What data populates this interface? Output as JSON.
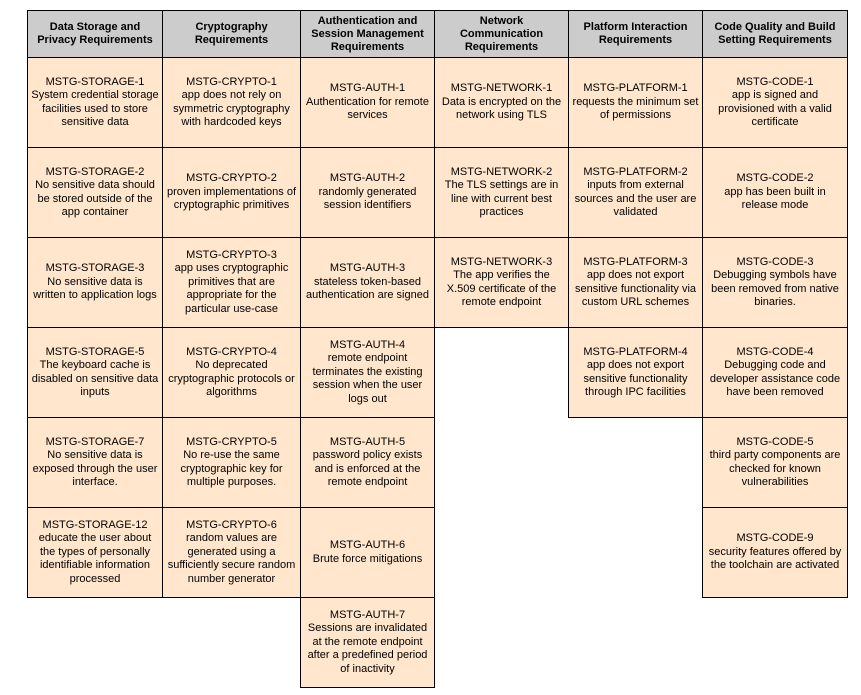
{
  "colors": {
    "page_bg": "#ffffff",
    "header_bg": "#cccccc",
    "cell_bg": "#ffe6cc",
    "border": "#000000"
  },
  "table": {
    "columns": [
      {
        "id": "storage",
        "header": "Data Storage and Privacy Requirements",
        "cells": [
          {
            "code": "MSTG-STORAGE-1",
            "text": "System credential storage facilities used to store sensitive data"
          },
          {
            "code": "MSTG-STORAGE-2",
            "text": "No sensitive data should be stored outside of the app container"
          },
          {
            "code": "MSTG-STORAGE-3",
            "text": "No sensitive data is written to application logs"
          },
          {
            "code": "MSTG-STORAGE-5",
            "text": "The keyboard cache is disabled on sensitive data inputs"
          },
          {
            "code": "MSTG-STORAGE-7",
            "text": "No sensitive data is exposed through the user interface."
          },
          {
            "code": "MSTG-STORAGE-12",
            "text": "educate the user about the types of personally identifiable information processed"
          }
        ]
      },
      {
        "id": "crypto",
        "header": "Cryptography Requirements",
        "cells": [
          {
            "code": "MSTG-CRYPTO-1",
            "text": "app does not rely on symmetric cryptography with hardcoded keys"
          },
          {
            "code": "MSTG-CRYPTO-2",
            "text": "proven implementations of cryptographic primitives"
          },
          {
            "code": "MSTG-CRYPTO-3",
            "text": "app uses cryptographic primitives that are appropriate for the particular use-case"
          },
          {
            "code": "MSTG-CRYPTO-4",
            "text": "No deprecated cryptographic protocols or algorithms"
          },
          {
            "code": "MSTG-CRYPTO-5",
            "text": "No re-use the same cryptographic key for multiple purposes."
          },
          {
            "code": "MSTG-CRYPTO-6",
            "text": "random values are generated using a sufficiently secure random number generator"
          }
        ]
      },
      {
        "id": "auth",
        "header": "Authentication and Session Management Requirements",
        "cells": [
          {
            "code": "MSTG-AUTH-1",
            "text": "Authentication for remote services"
          },
          {
            "code": "MSTG-AUTH-2",
            "text": "randomly generated session identifiers"
          },
          {
            "code": "MSTG-AUTH-3",
            "text": "stateless token-based authentication are signed"
          },
          {
            "code": "MSTG-AUTH-4",
            "text": "remote endpoint terminates the existing session when the user logs out"
          },
          {
            "code": "MSTG-AUTH-5",
            "text": "password policy exists and is enforced at the remote endpoint"
          },
          {
            "code": "MSTG-AUTH-6",
            "text": "Brute force mitigations"
          },
          {
            "code": "MSTG-AUTH-7",
            "text": "Sessions are invalidated at the remote endpoint after a predefined period of inactivity"
          }
        ]
      },
      {
        "id": "network",
        "header": "Network Communication Requirements",
        "cells": [
          {
            "code": "MSTG-NETWORK-1",
            "text": "Data is encrypted on the network using TLS"
          },
          {
            "code": "MSTG-NETWORK-2",
            "text": "The TLS settings are in line with current best practices"
          },
          {
            "code": "MSTG-NETWORK-3",
            "text": "The app verifies the X.509 certificate of the remote endpoint"
          }
        ]
      },
      {
        "id": "platform",
        "header": "Platform Interaction Requirements",
        "cells": [
          {
            "code": "MSTG-PLATFORM-1",
            "text": "requests the minimum set of permissions"
          },
          {
            "code": "MSTG-PLATFORM-2",
            "text": "inputs from external sources and the user are validated"
          },
          {
            "code": "MSTG-PLATFORM-3",
            "text": "app does not export sensitive functionality via custom URL schemes"
          },
          {
            "code": "MSTG-PLATFORM-4",
            "text": "app does not export sensitive functionality through IPC facilities"
          }
        ]
      },
      {
        "id": "code",
        "header": "Code Quality and Build Setting Requirements",
        "cells": [
          {
            "code": "MSTG-CODE-1",
            "text": "app is signed and provisioned with a valid certificate"
          },
          {
            "code": "MSTG-CODE-2",
            "text": "app has been built in release mode"
          },
          {
            "code": "MSTG-CODE-3",
            "text": "Debugging symbols have been removed from native binaries."
          },
          {
            "code": "MSTG-CODE-4",
            "text": "Debugging code and developer assistance code have been removed"
          },
          {
            "code": "MSTG-CODE-5",
            "text": "third party components are checked for known vulnerabilities"
          },
          {
            "code": "MSTG-CODE-9",
            "text": "security features offered by the toolchain are activated"
          }
        ]
      }
    ]
  }
}
